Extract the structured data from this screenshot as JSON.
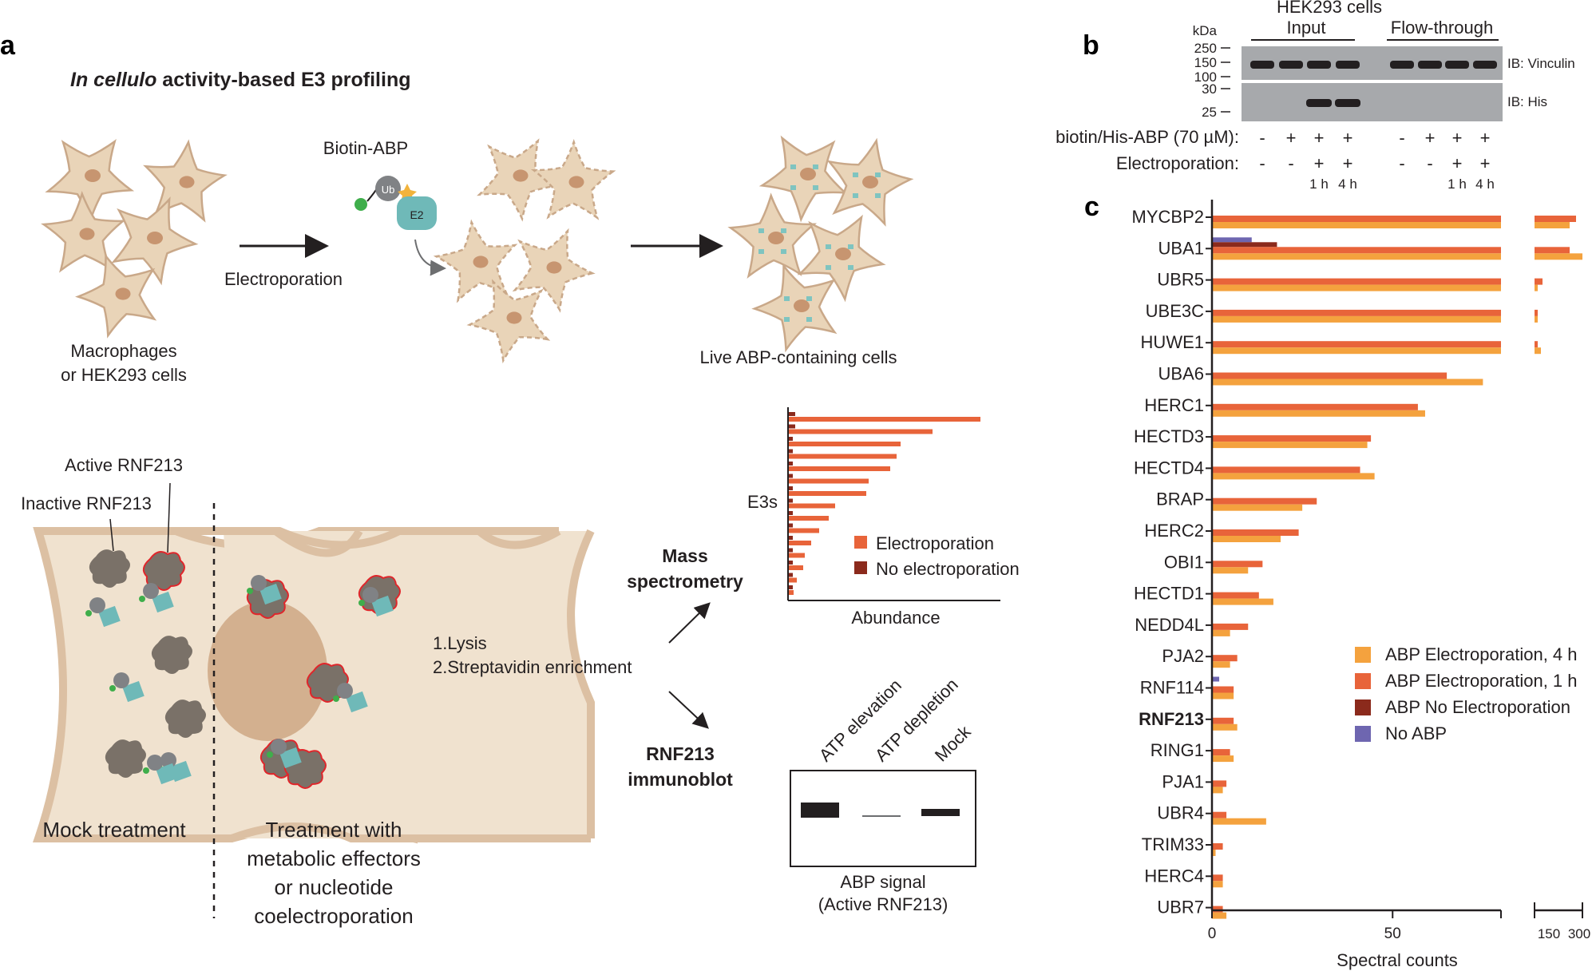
{
  "panel_a": {
    "letter": "a",
    "title_italic": "In cellulo",
    "title_rest": " activity-based E3 profiling",
    "cells_label_1": "Macrophages",
    "cells_label_2": "or HEK293 cells",
    "electroporation": "Electroporation",
    "biotin_abp": "Biotin-ABP",
    "ub": "Ub",
    "e2": "E2",
    "live_cells": "Live ABP-containing cells",
    "active_rnf213": "Active RNF213",
    "inactive_rnf213": "Inactive RNF213",
    "mock_treatment": "Mock treatment",
    "treatment_1": "Treatment with",
    "treatment_2": "metabolic effectors",
    "treatment_3": "or nucleotide",
    "treatment_4": "coelectroporation",
    "lysis": "1.Lysis",
    "enrichment": "2.Streptavidin enrichment",
    "ms_1": "Mass",
    "ms_2": "spectrometry",
    "ib_1": "RNF213",
    "ib_2": "immunoblot",
    "e3s": "E3s",
    "abundance": "Abundance",
    "legend_electro": "Electroporation",
    "legend_noelectro": "No electroporation",
    "lane_atp_elev": "ATP elevation",
    "lane_atp_dep": "ATP depletion",
    "lane_mock": "Mock",
    "abp_signal_1": "ABP signal",
    "abp_signal_2": "(Active RNF213)",
    "colors": {
      "electro": "#e8643a",
      "noelectro": "#8b2a1c",
      "cell": "#e9d4b8",
      "cell_edge": "#c9a889"
    }
  },
  "panel_b": {
    "letter": "b",
    "header": "HEK293 cells",
    "kda": "kDa",
    "input": "Input",
    "flow_through": "Flow-through",
    "markers_top": [
      "250",
      "150",
      "100"
    ],
    "markers_bottom": [
      "30",
      "25"
    ],
    "ib_vinculin": "IB: Vinculin",
    "ib_his": "IB: His",
    "abp_row_label": "biotin/His-ABP (70 µM):",
    "electro_row_label": "Electroporation:",
    "abp_row": [
      "-",
      "+",
      "+",
      "+",
      "-",
      "+",
      "+",
      "+"
    ],
    "electro_row": [
      "-",
      "-",
      "+",
      "+",
      "-",
      "-",
      "+",
      "+"
    ],
    "time_row": [
      "",
      "",
      "1 h",
      "4 h",
      "",
      "",
      "1 h",
      "4 h"
    ]
  },
  "panel_c": {
    "letter": "c",
    "chart_data": {
      "type": "bar",
      "orientation": "horizontal",
      "categories": [
        "MYCBP2",
        "UBA1",
        "UBR5",
        "UBE3C",
        "HUWE1",
        "UBA6",
        "HERC1",
        "HECTD3",
        "HECTD4",
        "BRAP",
        "HERC2",
        "OBI1",
        "HECTD1",
        "NEDD4L",
        "PJA2",
        "RNF114",
        "RNF213",
        "RING1",
        "PJA1",
        "UBR4",
        "TRIM33",
        "HERC4",
        "UBR7"
      ],
      "highlight_category": "RNF213",
      "highlight_color": "#e8222e",
      "series": [
        {
          "name": "No ABP",
          "color": "#6e66b0",
          "values": [
            0,
            11,
            0,
            0,
            0,
            0,
            0,
            0,
            0,
            0,
            0,
            0,
            0,
            0,
            0,
            2,
            0,
            0,
            0,
            0,
            0,
            0,
            0
          ]
        },
        {
          "name": "ABP No Electroporation",
          "color": "#8b2a1c",
          "values": [
            0,
            18,
            0,
            0,
            0,
            0,
            0,
            0,
            0,
            0,
            0,
            0,
            0,
            0,
            0,
            0,
            0,
            0,
            0,
            0,
            0,
            0,
            0
          ]
        },
        {
          "name": "ABP Electroporation, 1 h",
          "color": "#e8643a",
          "values": [
            280,
            260,
            175,
            140,
            150,
            65,
            57,
            44,
            41,
            29,
            24,
            14,
            13,
            10,
            7,
            6,
            6,
            5,
            4,
            4,
            3,
            3,
            3
          ]
        },
        {
          "name": "ABP Electroporation, 4 h",
          "color": "#f4a23e",
          "values": [
            260,
            300,
            140,
            135,
            170,
            75,
            59,
            43,
            45,
            25,
            19,
            10,
            17,
            5,
            5,
            6,
            7,
            6,
            3,
            15,
            1,
            3,
            4
          ]
        }
      ],
      "legend_order": [
        "ABP Electroporation, 4 h",
        "ABP Electroporation, 1 h",
        "ABP No Electroporation",
        "No ABP"
      ],
      "xlabel": "Spectral counts",
      "x_ticks_main": [
        0,
        50
      ],
      "x_ticks_break": [
        150,
        300
      ],
      "xlim_main": [
        0,
        80
      ],
      "xlim_break": [
        150,
        300
      ],
      "axis_break": true,
      "legend_position": "center-right"
    }
  }
}
